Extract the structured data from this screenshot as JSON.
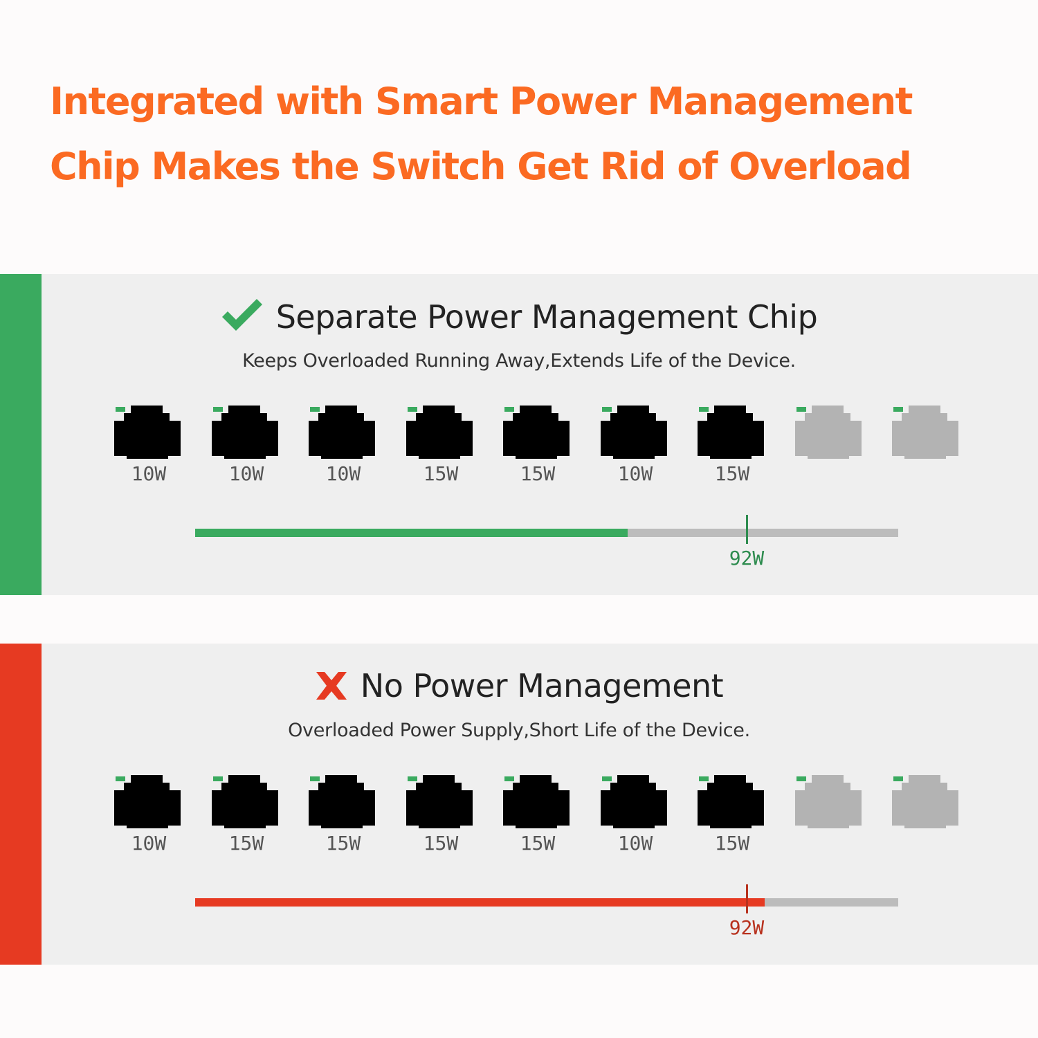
{
  "headline": {
    "line1": "Integrated with Smart Power Management",
    "line2": "Chip Makes the Switch Get Rid of Overload",
    "color": "#fb6a22"
  },
  "panels": [
    {
      "id": "good",
      "accent_color": "#3aaa5f",
      "mark_icon": "check-icon",
      "title": "Separate Power Management Chip",
      "subtitle": "Keeps Overloaded Running Away,Extends Life of the Device.",
      "ports": [
        {
          "label": "10W",
          "active": true
        },
        {
          "label": "10W",
          "active": true
        },
        {
          "label": "10W",
          "active": true
        },
        {
          "label": "15W",
          "active": true
        },
        {
          "label": "15W",
          "active": true
        },
        {
          "label": "10W",
          "active": true
        },
        {
          "label": "15W",
          "active": true
        },
        {
          "label": "",
          "active": false
        },
        {
          "label": "",
          "active": false
        }
      ],
      "bar": {
        "fill_fraction": 0.615,
        "limit_fraction": 0.784,
        "limit_label": "92W",
        "fill_color": "#3aaa5f",
        "limit_color": "#2e8c4f"
      }
    },
    {
      "id": "bad",
      "accent_color": "#e63a22",
      "mark_icon": "cross-icon",
      "title": "No Power Management",
      "subtitle": "Overloaded Power Supply,Short Life of the Device.",
      "ports": [
        {
          "label": "10W",
          "active": true
        },
        {
          "label": "15W",
          "active": true
        },
        {
          "label": "15W",
          "active": true
        },
        {
          "label": "15W",
          "active": true
        },
        {
          "label": "15W",
          "active": true
        },
        {
          "label": "10W",
          "active": true
        },
        {
          "label": "15W",
          "active": true
        },
        {
          "label": "",
          "active": false
        },
        {
          "label": "",
          "active": false
        }
      ],
      "bar": {
        "fill_fraction": 0.81,
        "limit_fraction": 0.784,
        "limit_label": "92W",
        "fill_color": "#e63a22",
        "limit_color": "#b8321e"
      }
    }
  ],
  "colors": {
    "port_active": "#000000",
    "port_inactive": "#b3b3b3",
    "port_led": "#3aaa5f",
    "bar_track": "#bcbcbc"
  }
}
